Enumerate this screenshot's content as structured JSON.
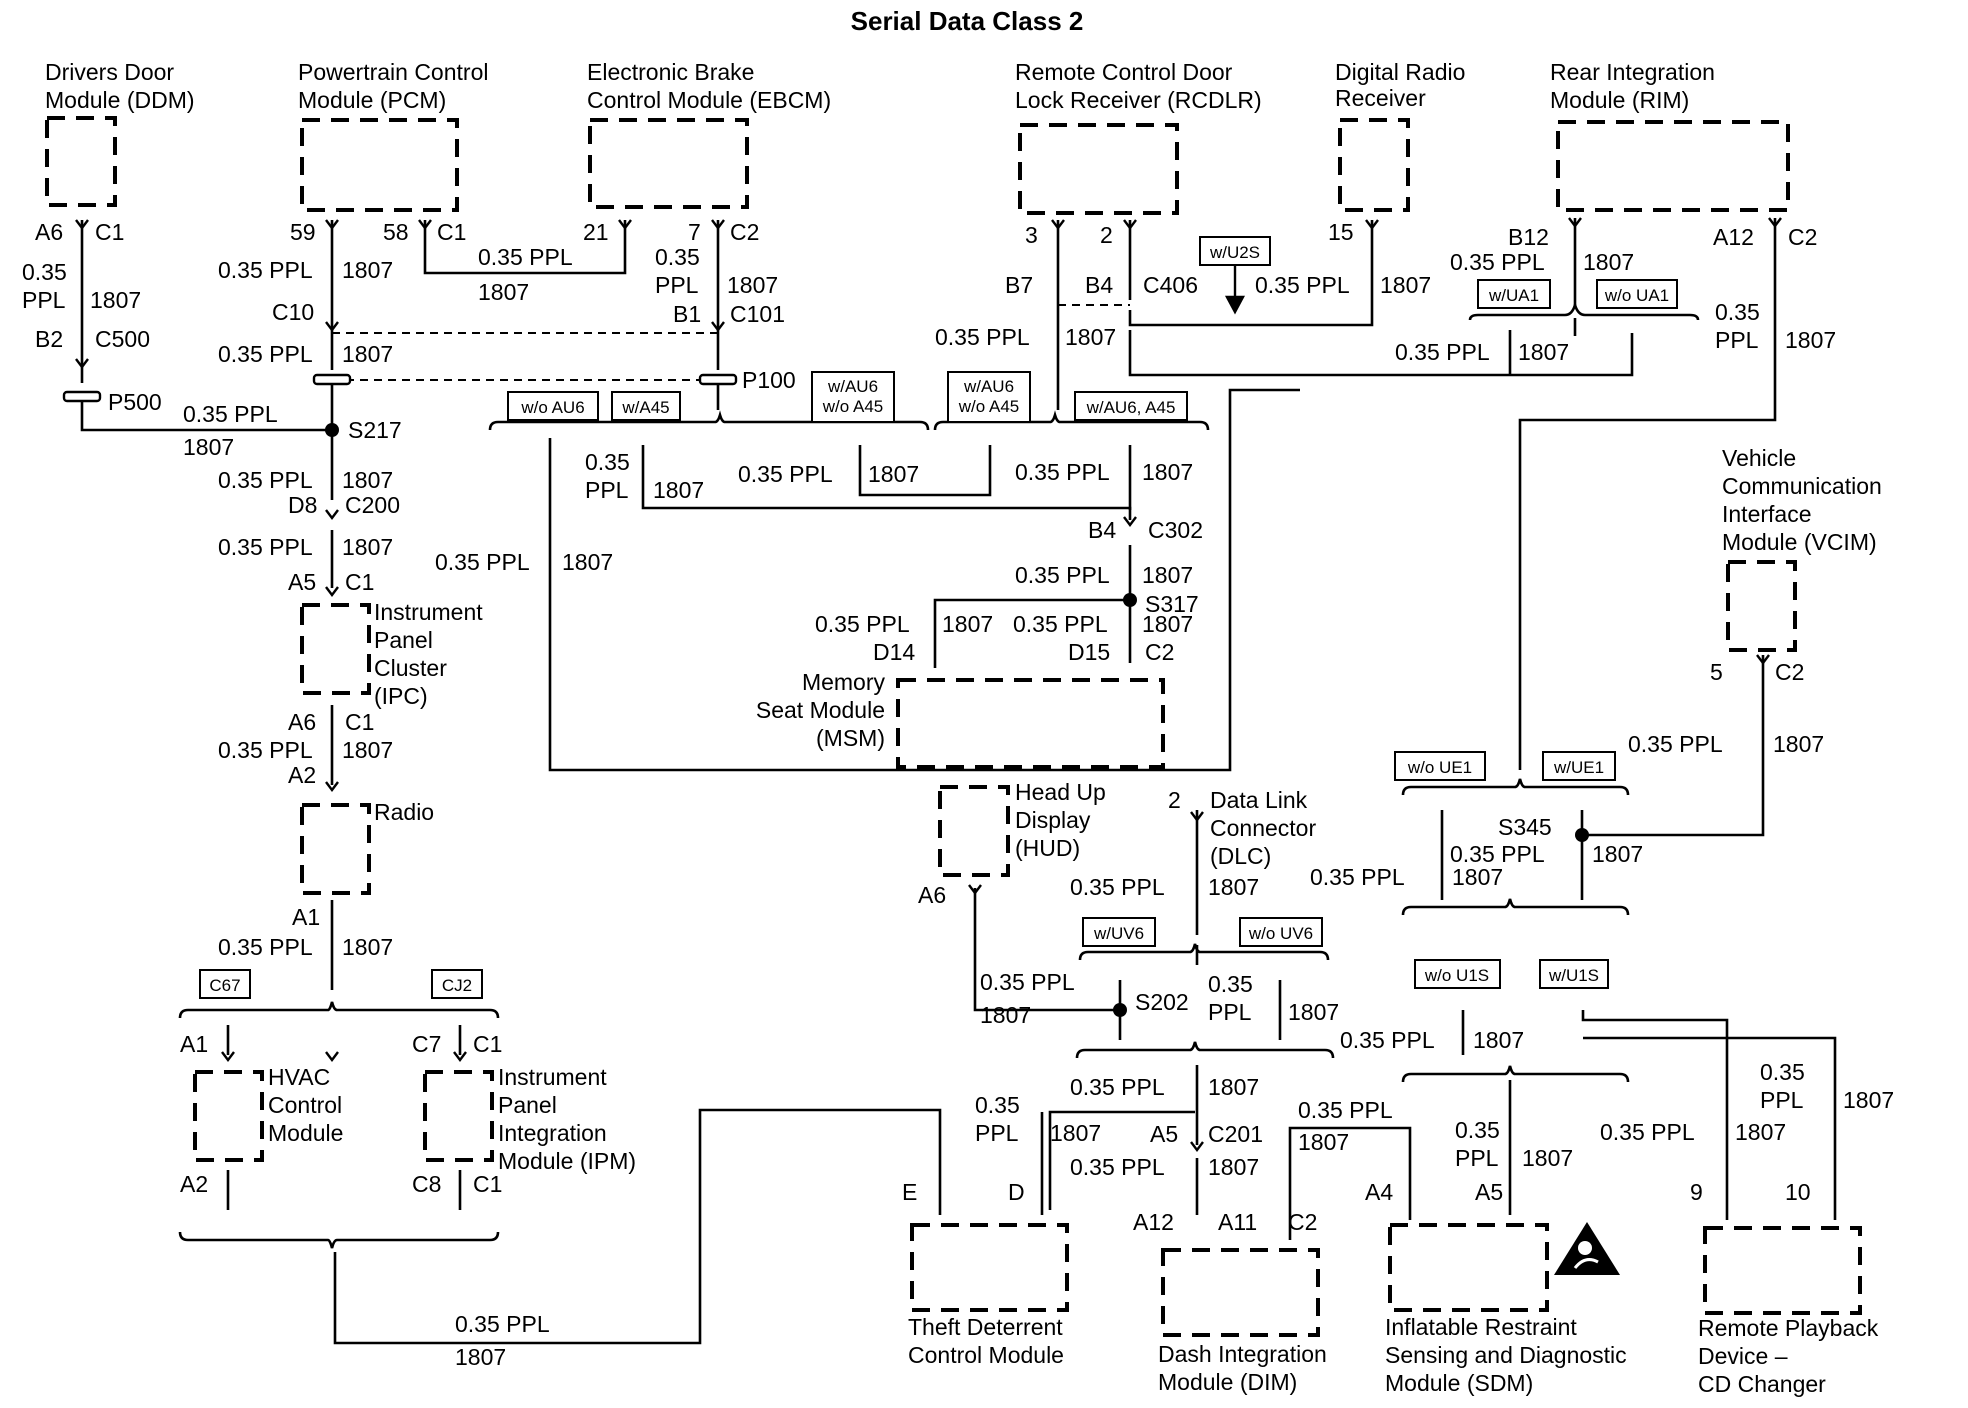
{
  "title": "Serial Data Class 2",
  "wire": {
    "size": "0.35 PPL",
    "size_a": "0.35",
    "size_b": "PPL",
    "circuit": "1807"
  },
  "modules": {
    "ddm": [
      "Drivers Door",
      "Module (DDM)"
    ],
    "pcm": [
      "Powertrain Control",
      "Module (PCM)"
    ],
    "ebcm": [
      "Electronic Brake",
      "Control Module (EBCM)"
    ],
    "rcdlr": [
      "Remote Control Door",
      "Lock Receiver (RCDLR)"
    ],
    "drr": [
      "Digital Radio",
      "Receiver"
    ],
    "rim": [
      "Rear Integration",
      "Module (RIM)"
    ],
    "vcim": [
      "Vehicle",
      "Communication",
      "Interface",
      "Module (VCIM)"
    ],
    "ipc": [
      "Instrument",
      "Panel",
      "Cluster",
      "(IPC)"
    ],
    "radio": [
      "Radio"
    ],
    "msm": [
      "Memory",
      "Seat Module",
      "(MSM)"
    ],
    "hud": [
      "Head Up",
      "Display",
      "(HUD)"
    ],
    "dlc": [
      "Data Link",
      "Connector",
      "(DLC)"
    ],
    "hvac": [
      "HVAC",
      "Control",
      "Module"
    ],
    "ipm": [
      "Instrument",
      "Panel",
      "Integration",
      "Module (IPM)"
    ],
    "tdcm": [
      "Theft Deterrent",
      "Control Module"
    ],
    "dim": [
      "Dash Integration",
      "Module (DIM)"
    ],
    "sdm": [
      "Inflatable Restraint",
      "Sensing and Diagnostic",
      "Module (SDM)"
    ],
    "rpd": [
      "Remote Playback",
      "Device –",
      "CD Changer"
    ]
  },
  "options": {
    "wu2s": "w/U2S",
    "wua1": "w/UA1",
    "woua1": "w/o UA1",
    "woau6": "w/o AU6",
    "wa45": "w/A45",
    "wau6_woa45_1": [
      "w/AU6",
      "w/o A45"
    ],
    "wau6_woa45_2": [
      "w/AU6",
      "w/o A45"
    ],
    "wau6a45": "w/AU6, A45",
    "woue1": "w/o UE1",
    "wue1": "w/UE1",
    "wuv6": "w/UV6",
    "wouv6": "w/o UV6",
    "wou1s": "w/o U1S",
    "wu1s": "w/U1S",
    "c67": "C67",
    "cj2": "CJ2"
  },
  "connectors": {
    "c1": "C1",
    "c2": "C2",
    "c10": "C10",
    "c101": "C101",
    "c200": "C200",
    "c201": "C201",
    "c302": "C302",
    "c406": "C406",
    "c500": "C500",
    "p100": "P100",
    "p500": "P500"
  },
  "splices": {
    "s202": "S202",
    "s217": "S217",
    "s317": "S317",
    "s345": "S345"
  },
  "pins": {
    "a6": "A6",
    "b2": "B2",
    "p59": "59",
    "p58": "58",
    "p21": "21",
    "p7": "7",
    "b1": "B1",
    "p3": "3",
    "p2": "2",
    "b7": "B7",
    "b4": "B4",
    "p15": "15",
    "b12": "B12",
    "a12": "A12",
    "d8": "D8",
    "a5": "A5",
    "a2": "A2",
    "a1": "A1",
    "c7": "C7",
    "c8": "C8",
    "d14": "D14",
    "d15": "D15",
    "p5": "5",
    "e": "E",
    "d": "D",
    "a11": "A11",
    "a4": "A4",
    "p9": "9",
    "p10": "10"
  },
  "icons": {
    "sdm_warning": "airbag-warning-icon"
  }
}
